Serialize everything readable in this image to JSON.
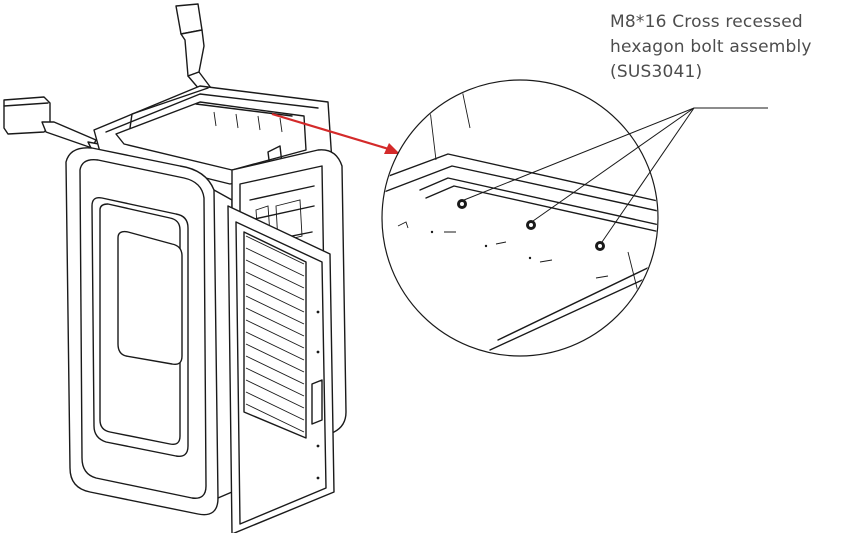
{
  "callout": {
    "lines": [
      "M8*16 Cross recessed",
      "hexagon bolt assembly",
      "(SUS3041)"
    ]
  },
  "colors": {
    "arrow": "#d42a2a",
    "line": "#1a1a1a",
    "label_text": "#4d4d4d"
  }
}
